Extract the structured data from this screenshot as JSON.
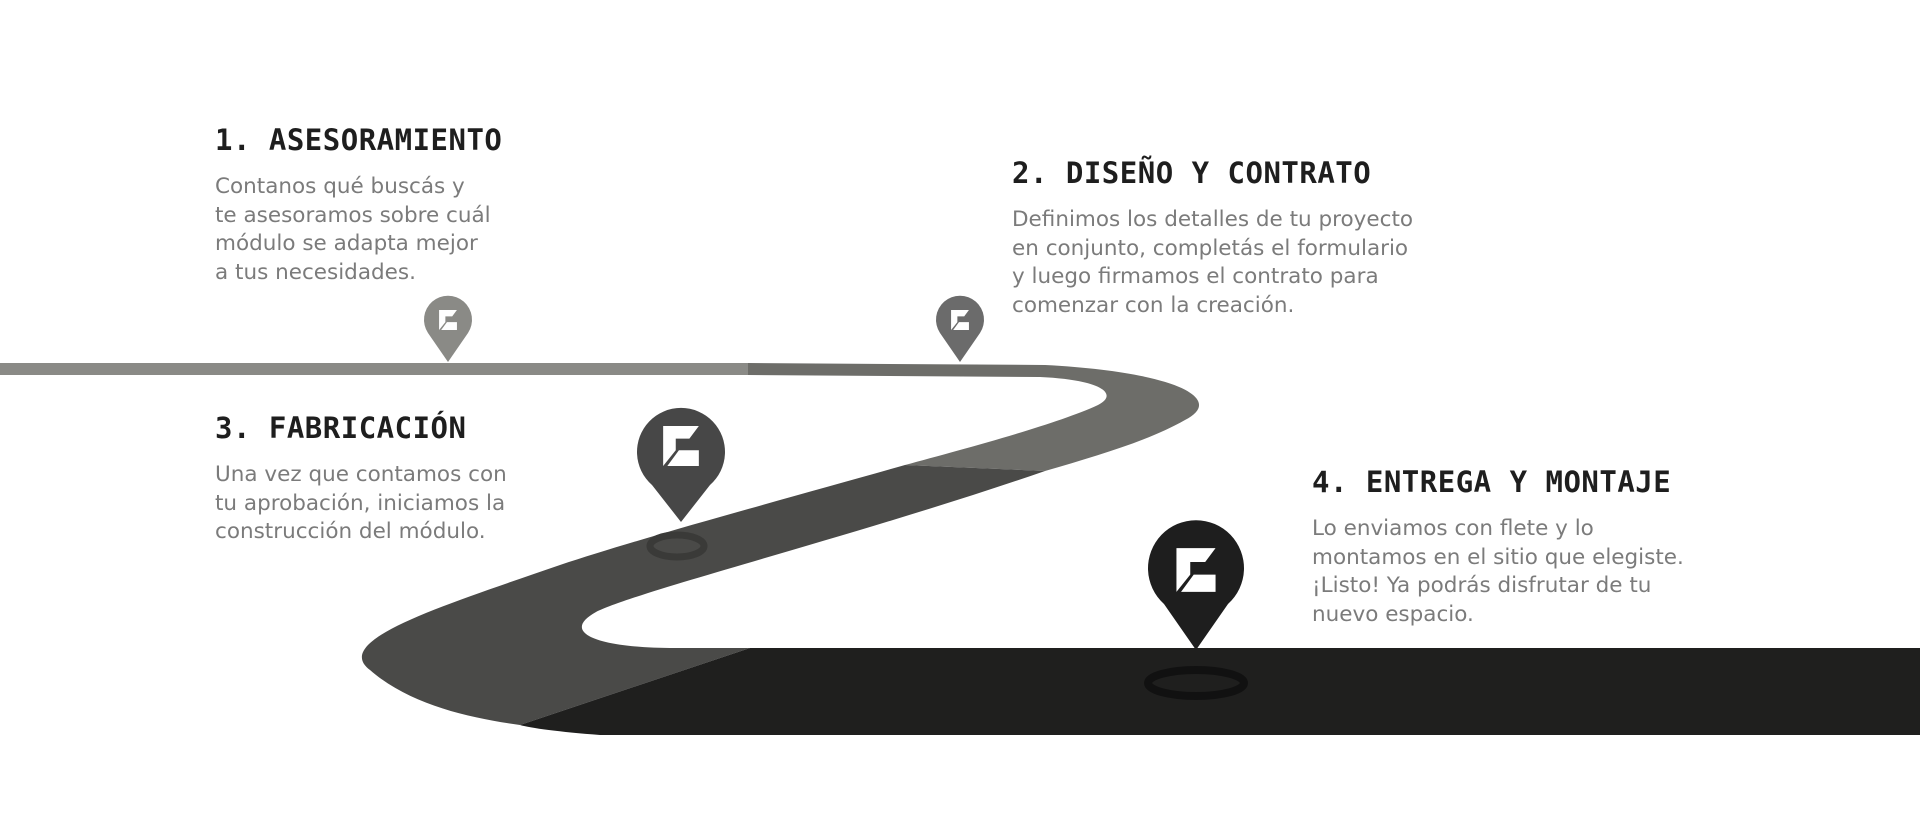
{
  "steps": [
    {
      "number": "1.",
      "title": "ASESORAMIENTO",
      "lines": [
        "Contanos qué buscás y",
        "te asesoramos sobre cuál",
        "módulo se adapta mejor",
        "a tus necesidades."
      ]
    },
    {
      "number": "2.",
      "title": "DISEÑO Y CONTRATO",
      "lines": [
        "Definimos los detalles de tu proyecto",
        "en conjunto, completás el formulario",
        "y luego firmamos el contrato para",
        "comenzar con la creación."
      ]
    },
    {
      "number": "3.",
      "title": "FABRICACIÓN",
      "lines": [
        "Una vez que contamos con",
        "tu aprobación, iniciamos la",
        "construcción del módulo."
      ]
    },
    {
      "number": "4.",
      "title": "ENTREGA Y MONTAJE",
      "lines": [
        "Lo enviamos con flete y lo",
        "montamos en el sitio que elegiste.",
        "¡Listo! Ya podrás disfrutar de tu",
        "nuevo espacio."
      ]
    }
  ],
  "colors": {
    "road_far": "#8a8a86",
    "road_mid": "#6d6d69",
    "road_curve": "#4a4a48",
    "road_near": "#1f1f1e",
    "pin_1": "#8a8a86",
    "pin_2": "#6b6b6b",
    "pin_3": "#474747",
    "pin_4": "#1e1e1e",
    "title": "#1e1e1e",
    "description": "#7b7b7b"
  },
  "icons": [
    "map-pin-icon",
    "brand-logo-icon"
  ]
}
